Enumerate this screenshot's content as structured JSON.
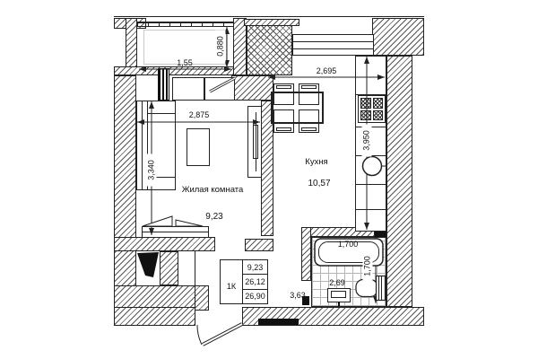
{
  "rooms": {
    "living": {
      "name": "Жилая комната",
      "area": "9,23"
    },
    "kitchen": {
      "name": "Кухня",
      "area": "10,57"
    },
    "hall": {
      "area": "3,63"
    },
    "bathroom": {
      "area": "2,69"
    }
  },
  "dimensions": {
    "balcony_width": "1,55",
    "balcony_depth": "0,880",
    "kitchen_width": "2,695",
    "living_width": "2,875",
    "living_depth": "3,340",
    "kitchen_depth": "3,950",
    "bathtub_length": "1,700",
    "bathroom_depth": "1,700"
  },
  "info_table": {
    "apartment_type": "1К",
    "living_area": "9,23",
    "area_without_balcony": "26,12",
    "total_area": "26,90"
  },
  "fixtures": [
    "sofa",
    "coffee-table",
    "tv-unit",
    "sliding-wardrobe",
    "dining-table",
    "chair",
    "stove",
    "kitchen-sink",
    "bathtub",
    "wash-basin",
    "toilet",
    "entrance-door",
    "balcony-door",
    "vent-shaft"
  ],
  "colors": {
    "line": "#1f1f1f",
    "hatch": "#555555",
    "tile_grid": "#b5b5b5",
    "fill": "#111111"
  }
}
